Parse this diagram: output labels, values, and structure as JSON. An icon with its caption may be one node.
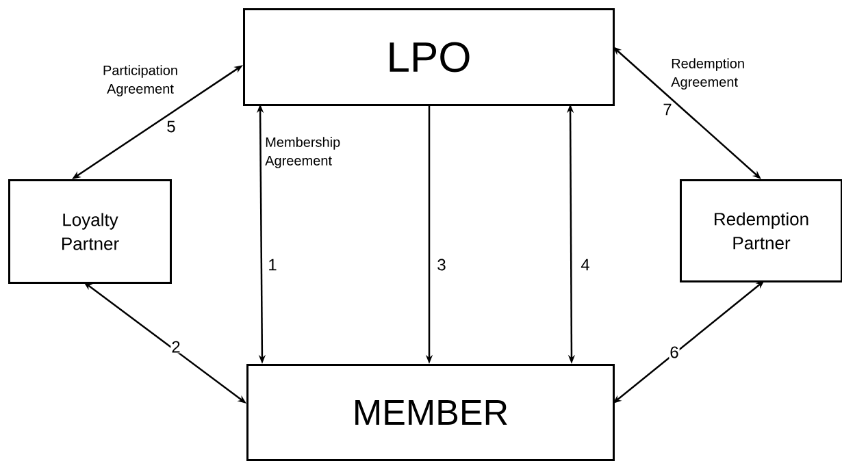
{
  "diagram": {
    "nodes": [
      {
        "text": [
          "LPO"
        ]
      },
      {
        "text": [
          "Loyalty Partner"
        ]
      },
      {
        "text": [
          "Redemption Partner"
        ]
      },
      {
        "text": [
          "MEMBER"
        ]
      }
    ],
    "edges": [
      {
        "from": 0,
        "to": 3,
        "arrow": "both",
        "label": "1"
      },
      {
        "from": 1,
        "to": 3,
        "arrow": "both",
        "label": "2"
      },
      {
        "from": 0,
        "to": 3,
        "arrow": "to",
        "label": "3"
      },
      {
        "from": 0,
        "to": 3,
        "arrow": "both",
        "label": "4"
      },
      {
        "from": 0,
        "to": 1,
        "arrow": "both",
        "label": "5"
      },
      {
        "from": 2,
        "to": 3,
        "arrow": "both",
        "label": "6"
      },
      {
        "from": 0,
        "to": 2,
        "arrow": "both",
        "label": "7"
      }
    ],
    "labels": [
      "Participation Agreement",
      "Redemption Agreement",
      "Membership Agreement"
    ]
  }
}
